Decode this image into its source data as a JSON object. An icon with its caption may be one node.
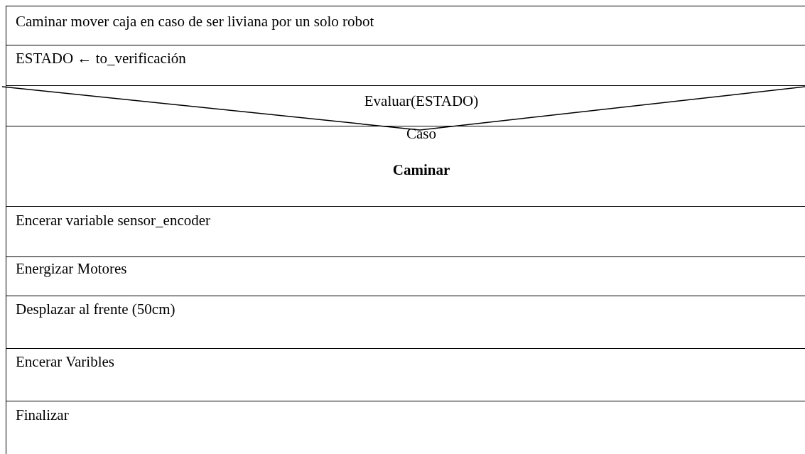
{
  "diagram": {
    "nodes": [
      {
        "text": [
          "Caminar mover caja en caso de ser liviana por un solo robot"
        ]
      },
      {
        "text": [
          "ESTADO ← to_verificación"
        ]
      },
      {
        "text": [
          "Evaluar(ESTADO)"
        ]
      },
      {
        "text": [
          "Caso",
          "Caminar"
        ]
      },
      {
        "text": [
          "Encerar variable sensor_encoder"
        ]
      },
      {
        "text": [
          "Energizar Motores"
        ]
      },
      {
        "text": [
          "Desplazar al frente (50cm)"
        ]
      },
      {
        "text": [
          "Encerar Varibles"
        ]
      },
      {
        "text": [
          "Finalizar"
        ]
      }
    ]
  }
}
